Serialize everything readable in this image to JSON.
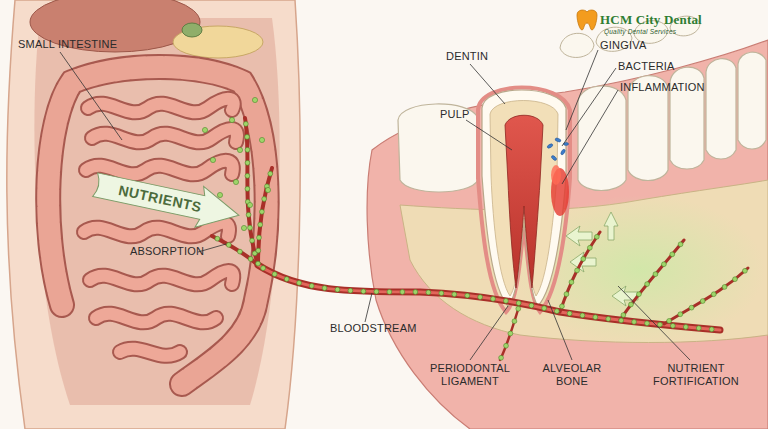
{
  "diagram": {
    "nodes": [
      {
        "text": [
          "NUTRIENTS"
        ]
      }
    ],
    "labels": [
      "SMALL INTESTINE",
      "ABSORPTION",
      "BLOODSTREAM",
      "DENTIN",
      "PULP",
      "GINGIVA",
      "BACTERIA",
      "INFLAMMATION",
      "PERIODONTAL LIGAMENT",
      "ALVEOLAR BONE",
      "NUTRIENT FORTIFICATION",
      "HCM City Dental",
      "Quality Dental Services"
    ]
  }
}
